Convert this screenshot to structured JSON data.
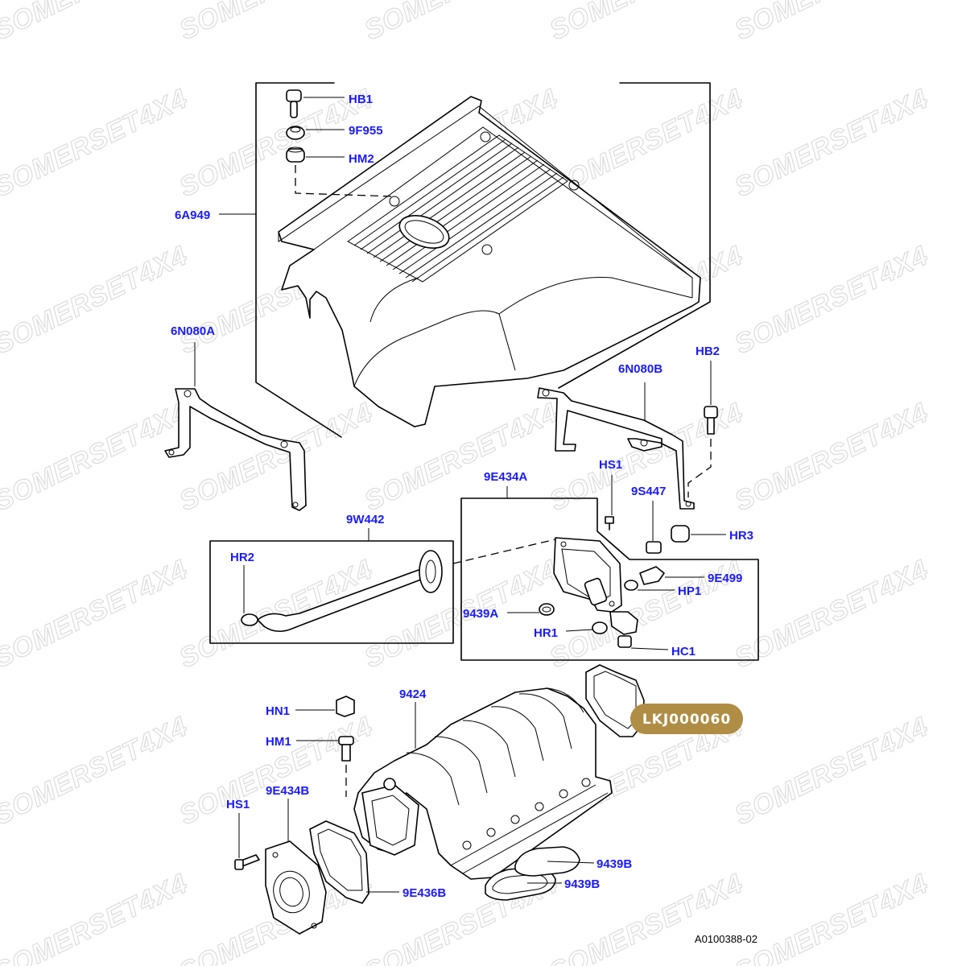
{
  "watermark": "SOMERSET4X4",
  "badge": {
    "text": "LKJ000060",
    "color": "#b08d44"
  },
  "reference_code": "A0100388-02",
  "label_color": "#1a1aff",
  "labels": {
    "HB1": "HB1",
    "9F955": "9F955",
    "HM2": "HM2",
    "6A949": "6A949",
    "6N080A": "6N080A",
    "HB2": "HB2",
    "6N080B": "6N080B",
    "HS1_top": "HS1",
    "9E434A": "9E434A",
    "9S447": "9S447",
    "HR3": "HR3",
    "9W442": "9W442",
    "HR2": "HR2",
    "9E499": "9E499",
    "HP1": "HP1",
    "9439A": "9439A",
    "HR1": "HR1",
    "HC1": "HC1",
    "9424": "9424",
    "HN1": "HN1",
    "HM1": "HM1",
    "9E434B": "9E434B",
    "HS1_bottom": "HS1",
    "9439B_1": "9439B",
    "9439B_2": "9439B",
    "9E436B": "9E436B"
  }
}
